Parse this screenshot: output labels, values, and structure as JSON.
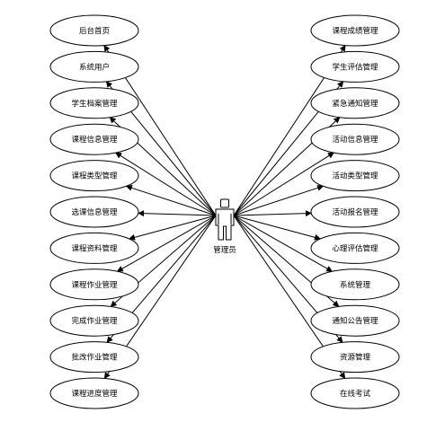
{
  "actor": {
    "name": "管理员"
  },
  "left_use_cases": [
    {
      "label": "后台首页"
    },
    {
      "label": "系统用户"
    },
    {
      "label": "学生档案管理"
    },
    {
      "label": "课程信息管理"
    },
    {
      "label": "课程类型管理"
    },
    {
      "label": "选课信息管理"
    },
    {
      "label": "课程资料管理"
    },
    {
      "label": "课程作业管理"
    },
    {
      "label": "完成作业管理"
    },
    {
      "label": "批改作业管理"
    },
    {
      "label": "课程进度管理"
    }
  ],
  "right_use_cases": [
    {
      "label": "课程成绩管理"
    },
    {
      "label": "学生评估管理"
    },
    {
      "label": "紧急通知管理"
    },
    {
      "label": "活动信息管理"
    },
    {
      "label": "活动类型管理"
    },
    {
      "label": "活动报名管理"
    },
    {
      "label": "心理评估管理"
    },
    {
      "label": "系统管理"
    },
    {
      "label": "通知公告管理"
    },
    {
      "label": "资源管理"
    },
    {
      "label": "在线考试"
    }
  ]
}
